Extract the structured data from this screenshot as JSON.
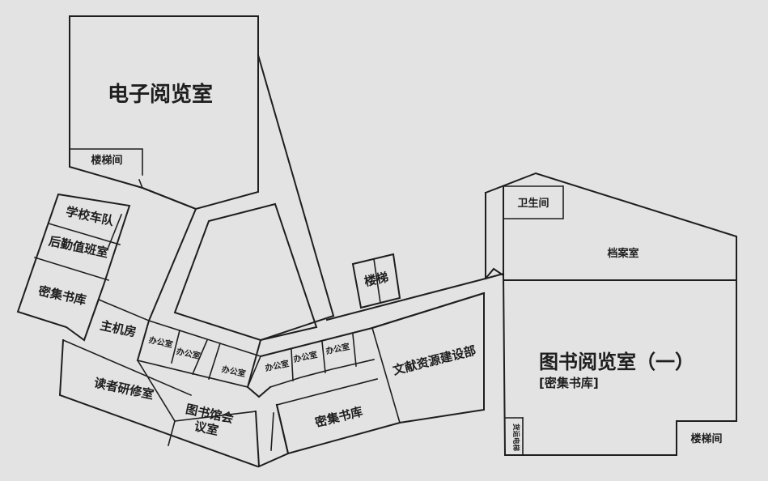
{
  "map": {
    "background": "#e3e3e3",
    "line_color": "#1e1e1e",
    "rooms": {
      "electronic_reading": "电子阅览室",
      "stairs_top": "楼梯间",
      "school_fleet": "学校车队",
      "logistics_duty": "后勤值班室",
      "dense_stacks_left": "密集书库",
      "server_room": "主机房",
      "office_1": "办公室",
      "office_2": "办公室",
      "office_3": "办公室",
      "office_4": "办公室",
      "office_5": "办公室",
      "office_6": "办公室",
      "reader_workshop": "读者研修室",
      "library_meeting_line1": "图书馆会",
      "library_meeting_line2": "议室",
      "stairs_small": "楼梯",
      "literature_dept": "文献资源建设部",
      "dense_stacks_bottom": "密集书库",
      "restroom": "卫生间",
      "archive": "档案室",
      "reading_room_one": "图书阅览室（一）",
      "reading_room_one_sub": "[密集书库]",
      "freight_elevator": "货运电梯",
      "stairs_right": "楼梯间"
    }
  }
}
